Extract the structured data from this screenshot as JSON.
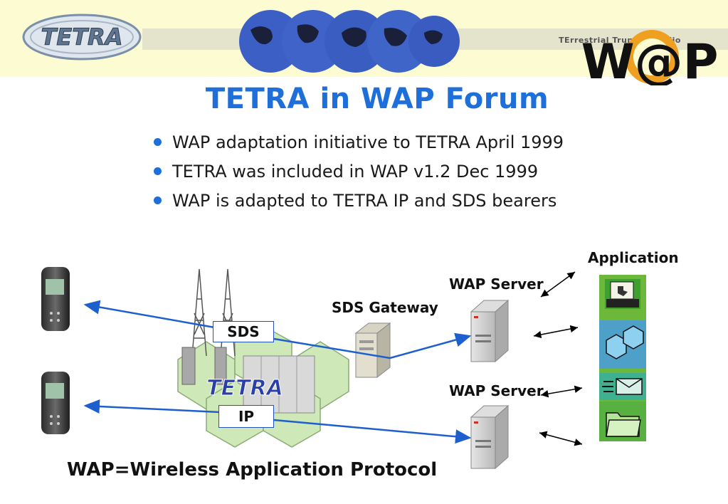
{
  "banner": {
    "tetra_logo_text": "TETRA",
    "tagline": "TErrestrial TrunkEd RAdio",
    "wap_logo_text": "W@P"
  },
  "title": "TETRA in WAP Forum",
  "bullets": [
    "WAP adaptation initiative to TETRA April 1999",
    "TETRA was included in WAP v1.2 Dec 1999",
    "WAP is adapted to TETRA IP and SDS bearers"
  ],
  "diagram": {
    "application_label": "Application",
    "wap_server_top_label": "WAP Server",
    "wap_server_bottom_label": "WAP Server",
    "sds_gateway_label": "SDS Gateway",
    "sds_label": "SDS",
    "ip_label": "IP",
    "network_logo_text": "TETRA",
    "colors": {
      "arrow_blue": "#1e5fd0",
      "hex_green": "#cfe8b8",
      "title_blue": "#1e6fd9"
    },
    "icons": [
      "mobile-phone-icon",
      "radio-tower-icon",
      "server-icon",
      "gateway-icon",
      "fax-icon",
      "boxes-icon",
      "mail-icon",
      "folder-icon"
    ]
  },
  "footer": "WAP=Wireless Application Protocol"
}
